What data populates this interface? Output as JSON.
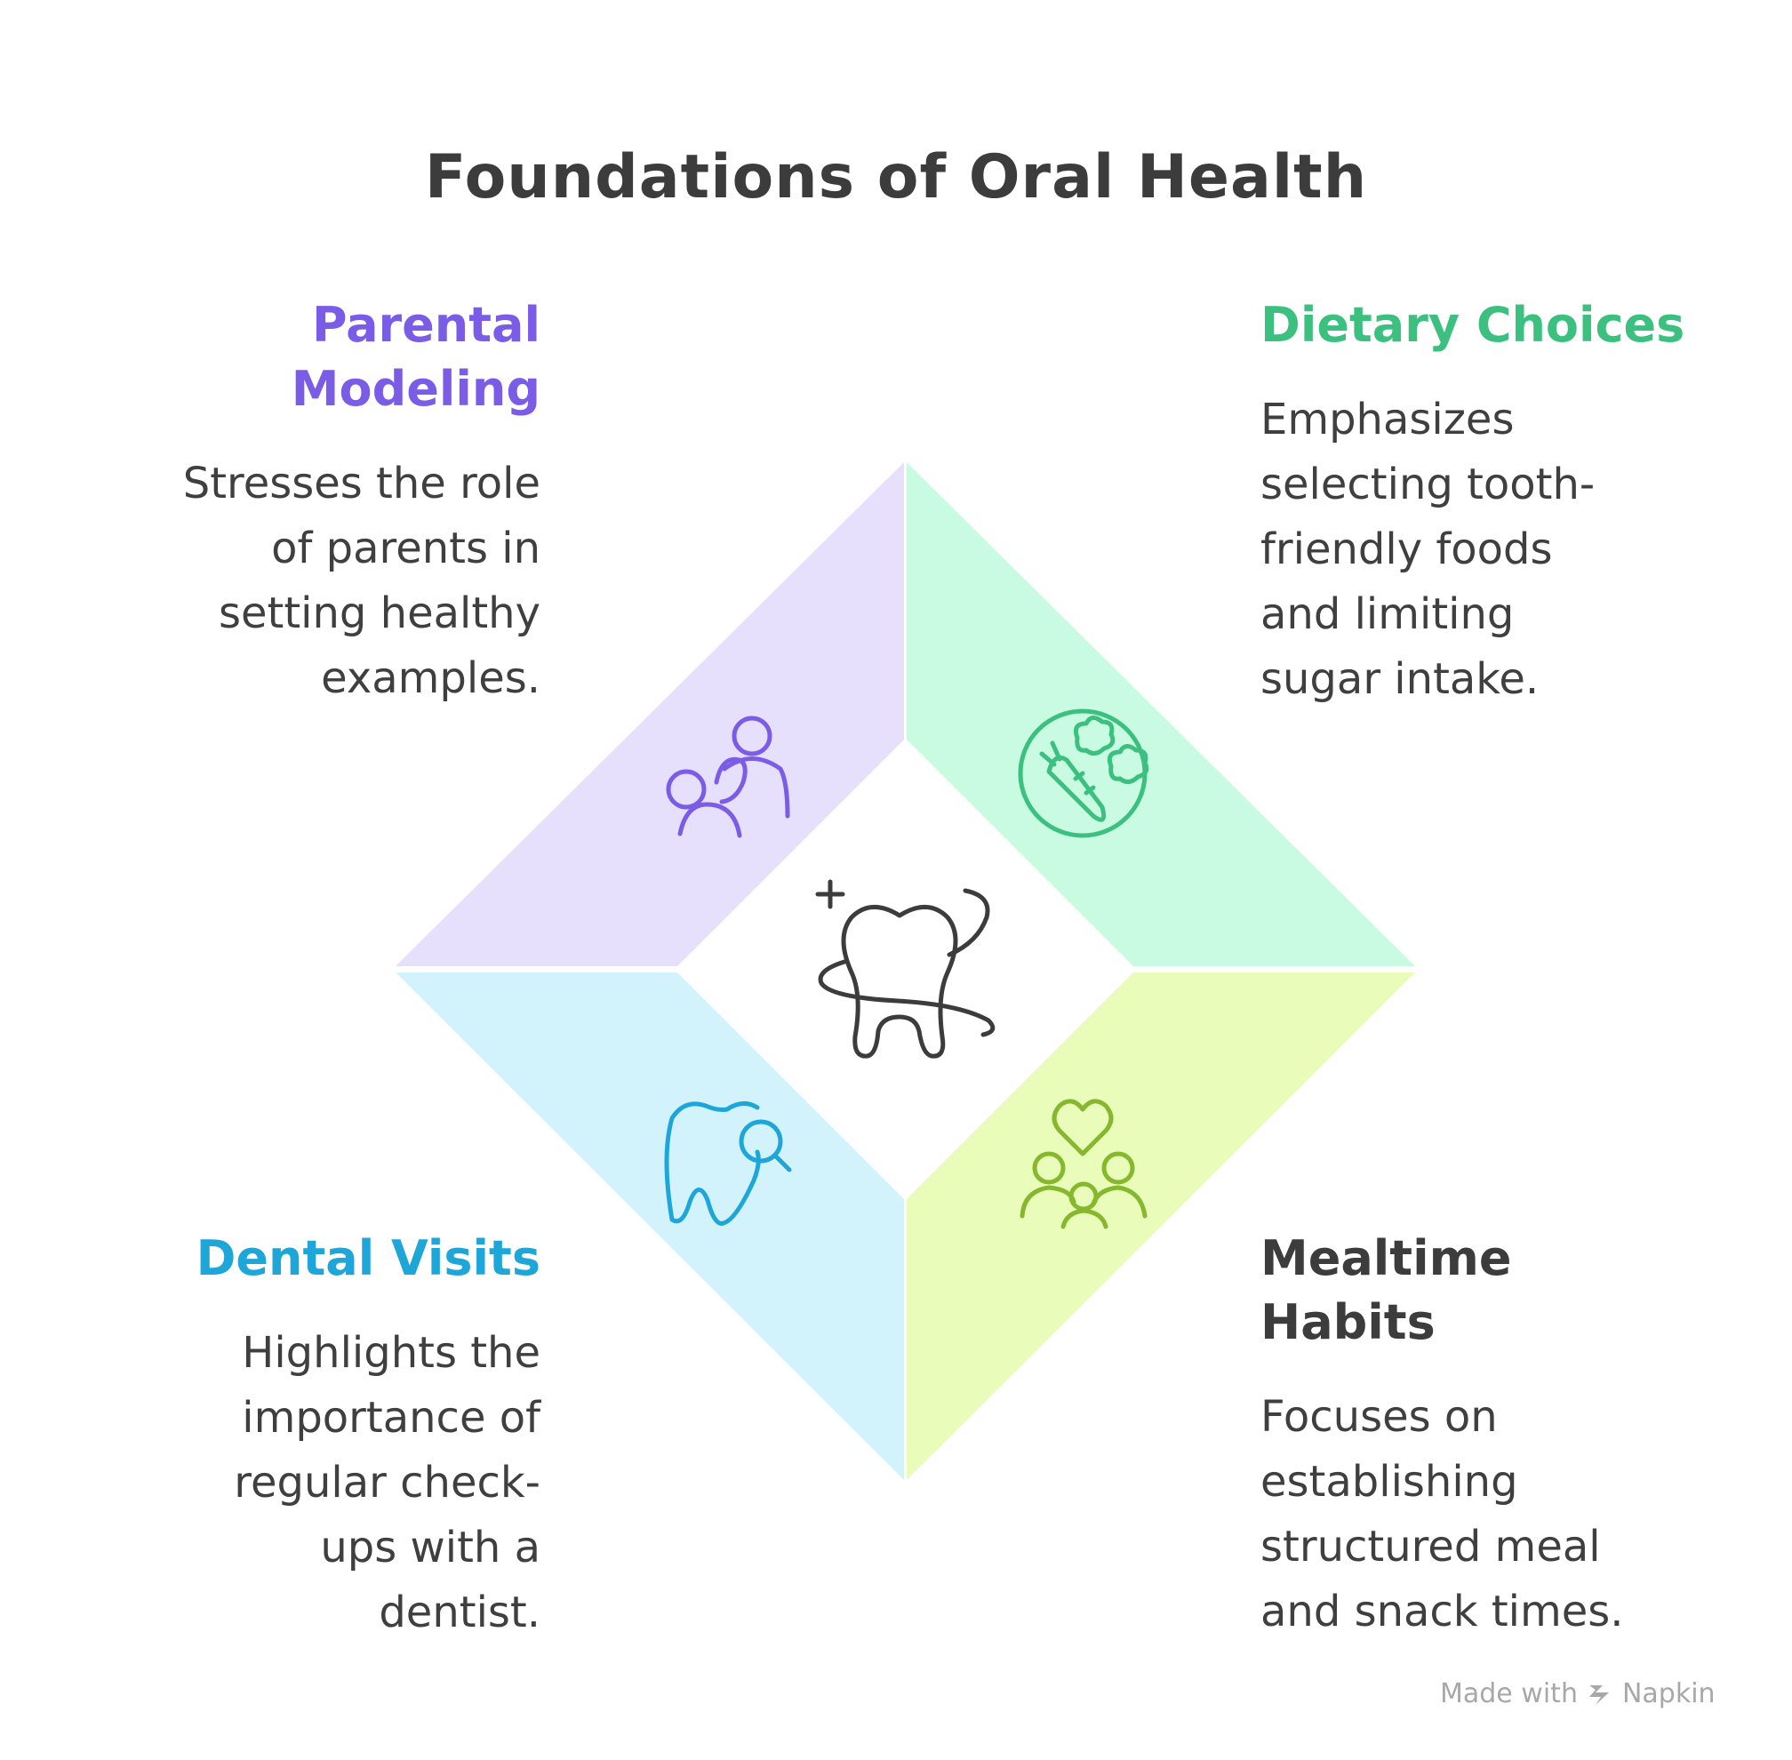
{
  "title": "Foundations of Oral Health",
  "quadrants": [
    {
      "id": "parental-modeling",
      "heading_lines": [
        "Parental",
        "Modeling"
      ],
      "description_lines": [
        "Stresses the role",
        "of parents in",
        "setting healthy",
        "examples."
      ],
      "color": "#7B5CE6",
      "fill": "#E6E0FC",
      "icon": "parent-child-icon"
    },
    {
      "id": "dietary-choices",
      "heading_lines": [
        "Dietary Choices"
      ],
      "description_lines": [
        "Emphasizes",
        "selecting tooth-",
        "friendly foods",
        "and limiting",
        "sugar intake."
      ],
      "color": "#3CC07F",
      "fill": "#C9FBE2",
      "icon": "vegetables-icon"
    },
    {
      "id": "dental-visits",
      "heading_lines": [
        "Dental Visits"
      ],
      "description_lines": [
        "Highlights the",
        "importance of",
        "regular check-",
        "ups with a",
        "dentist."
      ],
      "color": "#1FA6D9",
      "fill": "#D2F2FC",
      "icon": "tooth-search-icon"
    },
    {
      "id": "mealtime-habits",
      "heading_lines": [
        "Mealtime",
        "Habits"
      ],
      "description_lines": [
        "Focuses on",
        "establishing",
        "structured meal",
        "and snack times."
      ],
      "color": "#3C3C3C",
      "fill": "#E9FCBA",
      "icon_color": "#86B82E",
      "icon": "family-heart-icon"
    }
  ],
  "center_icon": "healthy-tooth-icon",
  "credit": {
    "prefix": "Made with",
    "brand": "Napkin"
  }
}
